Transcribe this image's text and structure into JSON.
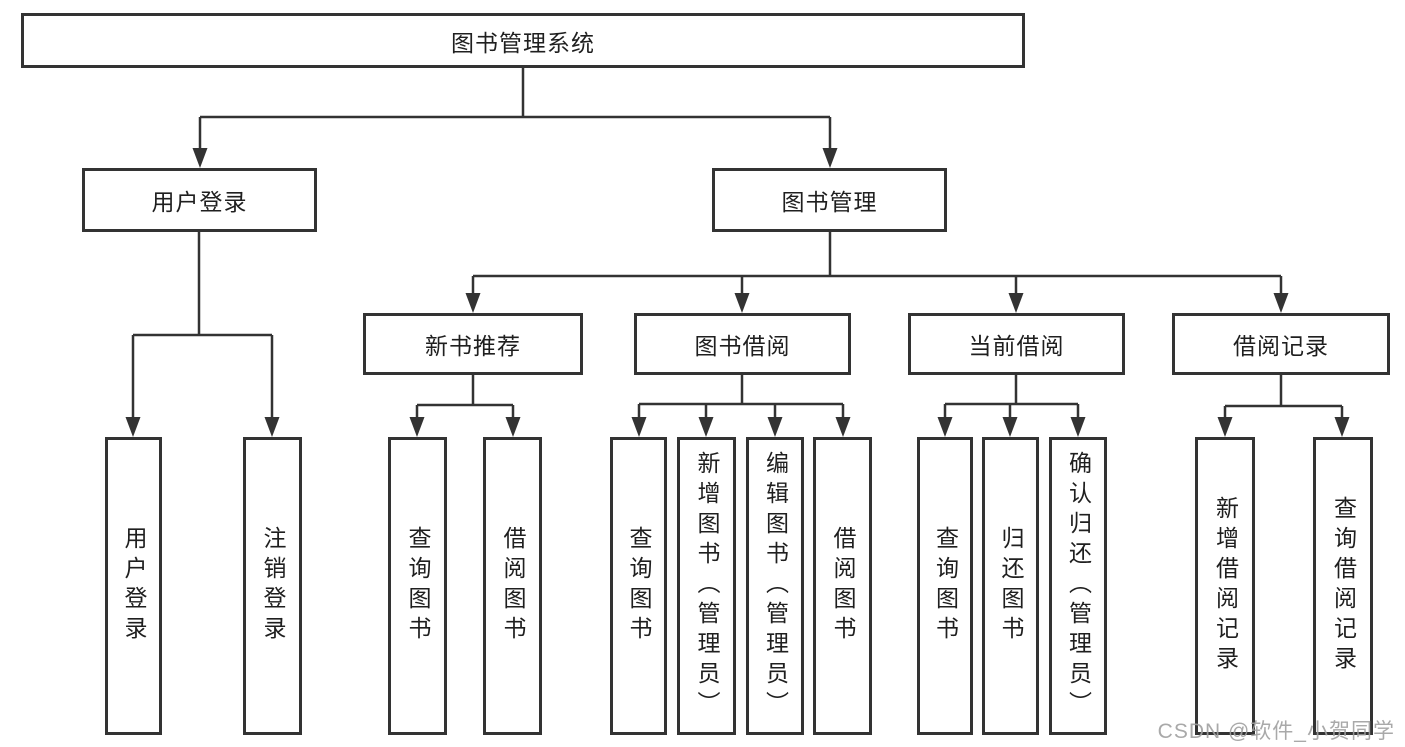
{
  "diagram": {
    "tree": {
      "label": "图书管理系统",
      "children": [
        {
          "label": "用户登录",
          "children": [
            {
              "label": "用户登录"
            },
            {
              "label": "注销登录"
            }
          ]
        },
        {
          "label": "图书管理",
          "children": [
            {
              "label": "新书推荐",
              "children": [
                {
                  "label": "查询图书"
                },
                {
                  "label": "借阅图书"
                }
              ]
            },
            {
              "label": "图书借阅",
              "children": [
                {
                  "label": "查询图书"
                },
                {
                  "label": "新增图书（管理员）"
                },
                {
                  "label": "编辑图书（管理员）"
                },
                {
                  "label": "借阅图书"
                }
              ]
            },
            {
              "label": "当前借阅",
              "children": [
                {
                  "label": "查询图书"
                },
                {
                  "label": "归还图书"
                },
                {
                  "label": "确认归还（管理员）"
                }
              ]
            },
            {
              "label": "借阅记录",
              "children": [
                {
                  "label": "新增借阅记录"
                },
                {
                  "label": "查询借阅记录"
                }
              ]
            }
          ]
        }
      ]
    },
    "colors": {
      "line": "#333333",
      "text": "#1f1f1f",
      "background": "#ffffff",
      "watermark": "#a0a0a0"
    }
  },
  "watermark": {
    "text": "CSDN @软件_小贺同学"
  }
}
